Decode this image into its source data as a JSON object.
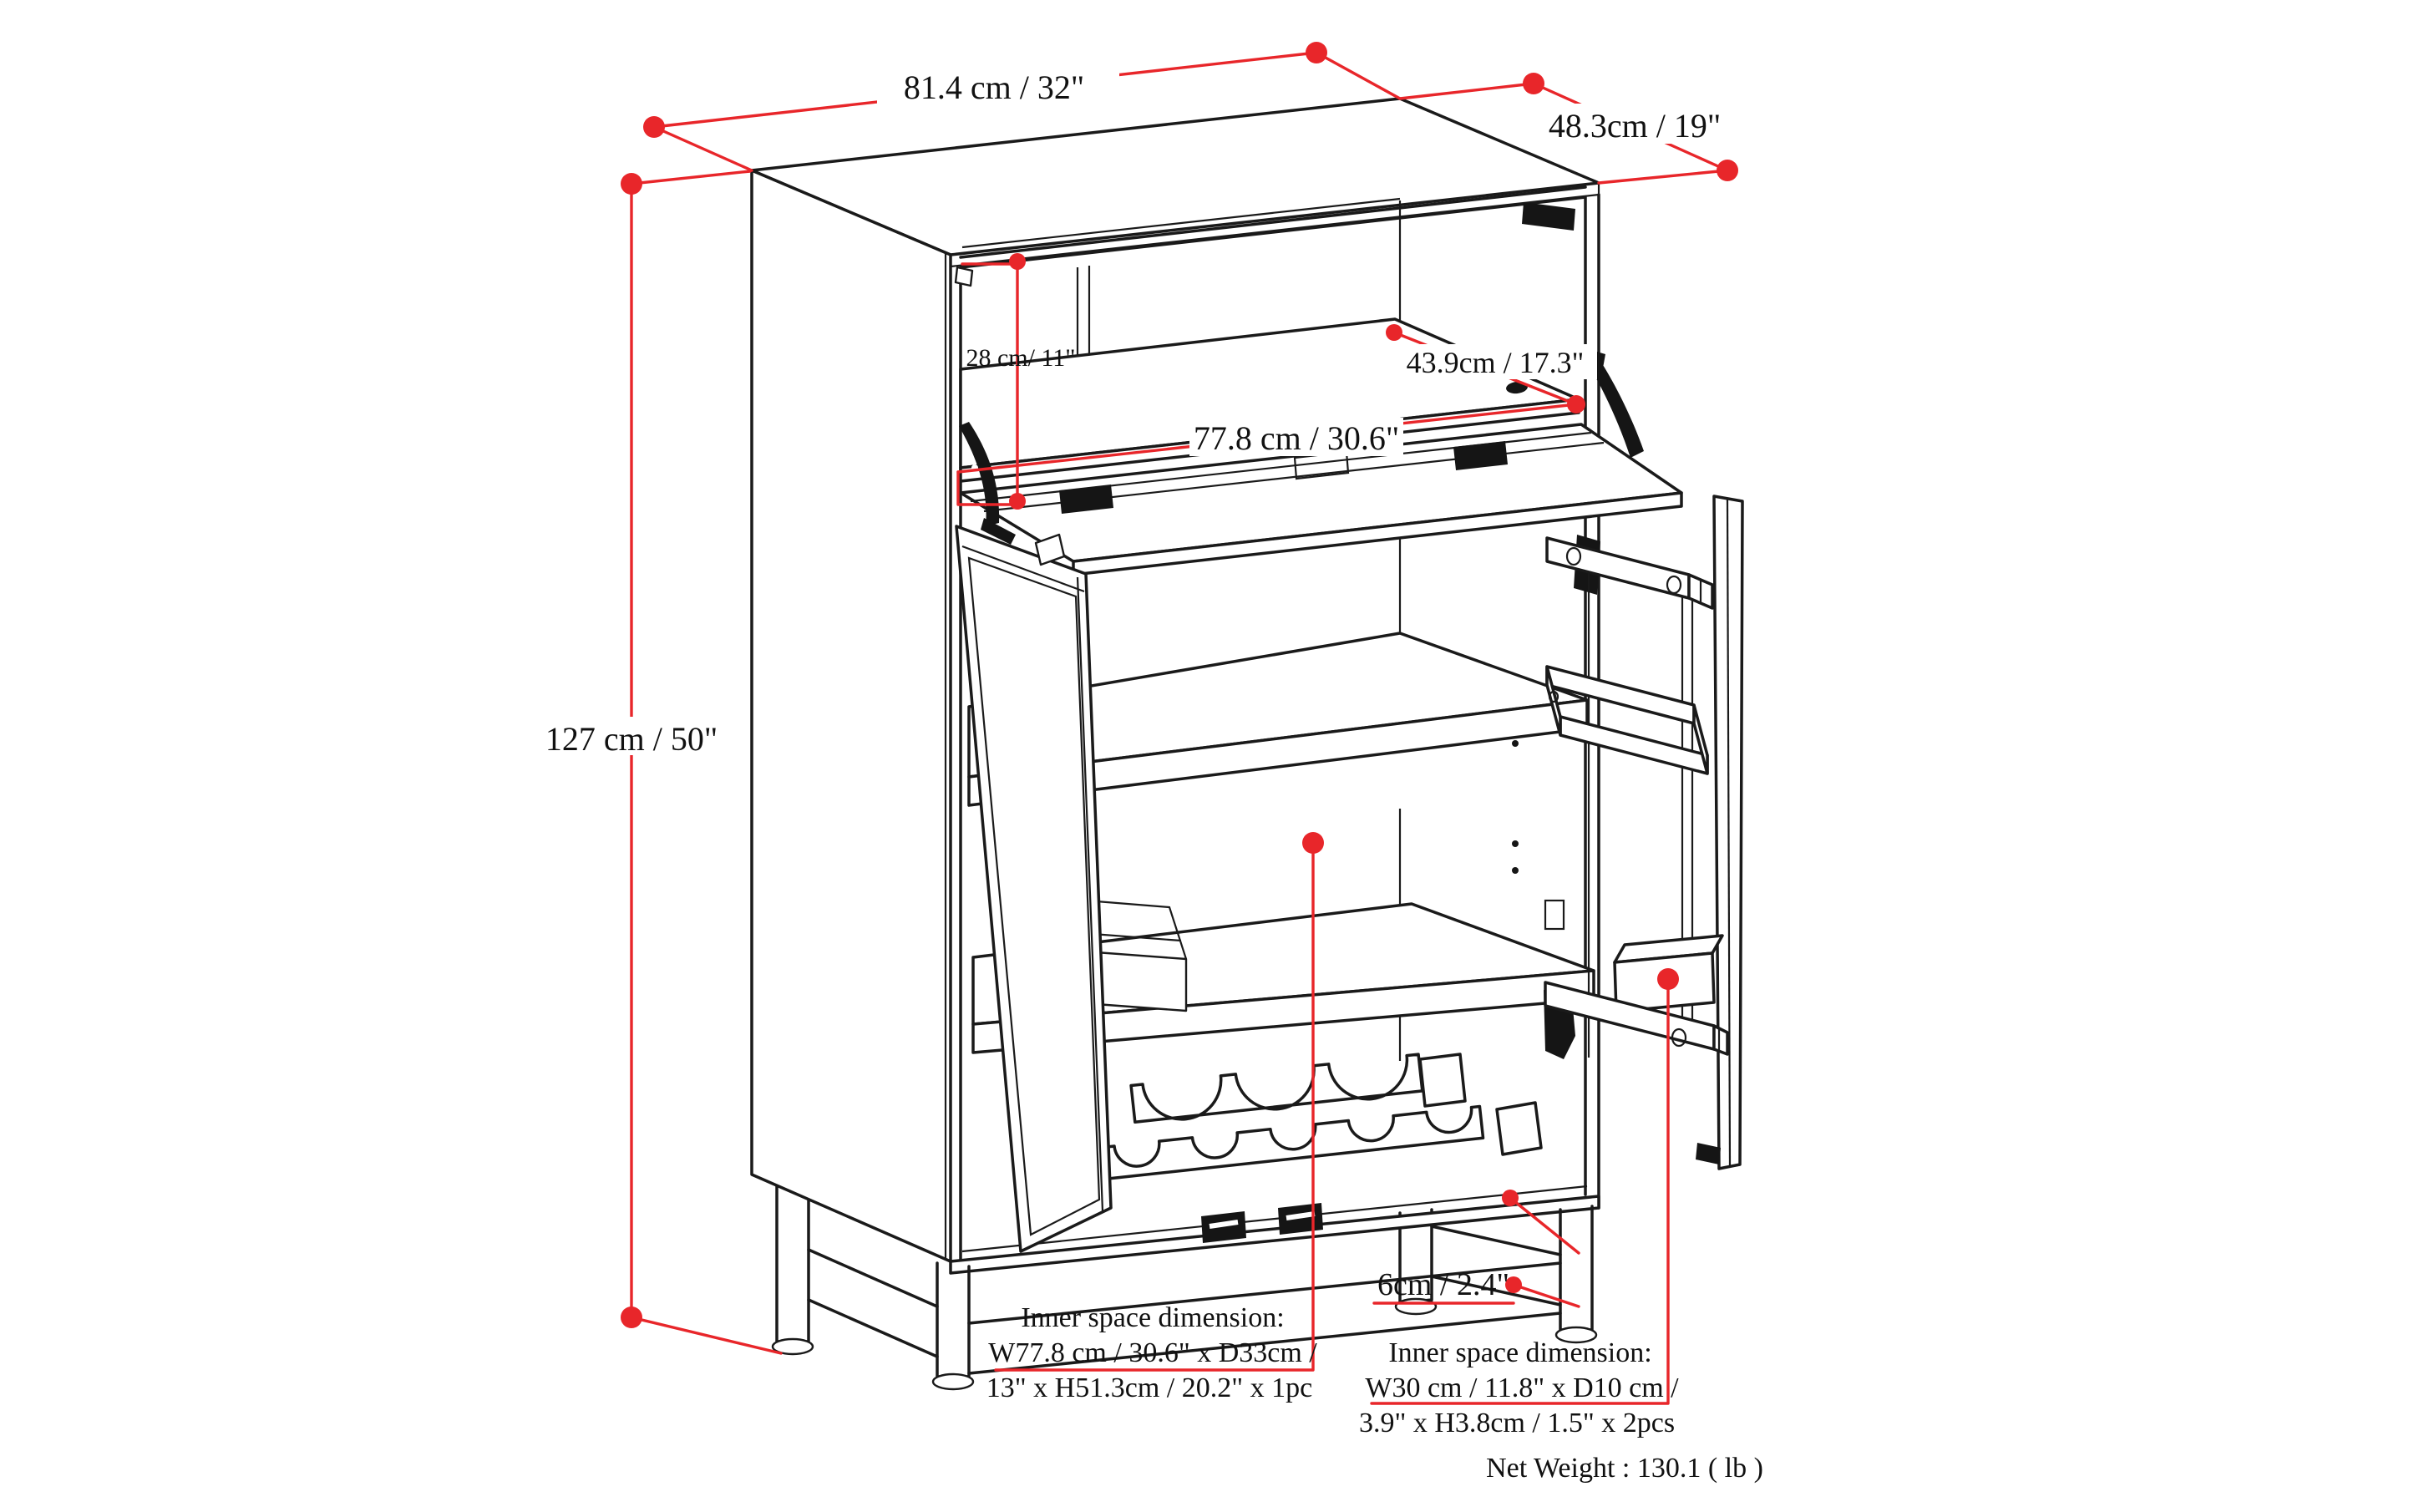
{
  "title": "Bar cabinet dimension diagram",
  "labels": {
    "top_width": "81.4 cm / 32\"",
    "top_depth": "48.3cm / 19\"",
    "overall_height": "127 cm / 50\"",
    "upper_compartment_height": "28 cm/ 11\"",
    "interior_depth": "43.9cm / 17.3\"",
    "interior_width": "77.8 cm / 30.6\"",
    "base_rail_height": "6cm / 2.4\""
  },
  "inner_space_left": {
    "title": "Inner space dimension:",
    "line2": "W77.8 cm / 30.6\" x D33cm /",
    "line3": "13\" x H51.3cm / 20.2\" x 1pc"
  },
  "inner_space_right": {
    "title": "Inner space dimension:",
    "line2": "W30 cm / 11.8\" x D10 cm /",
    "line3": "3.9\" x H3.8cm / 1.5\" x 2pcs"
  },
  "net_weight": "Net Weight : 130.1 ( lb )",
  "colors": {
    "annotation_red": "#e8262a",
    "line_black": "#1a1a1a",
    "background": "#ffffff"
  }
}
